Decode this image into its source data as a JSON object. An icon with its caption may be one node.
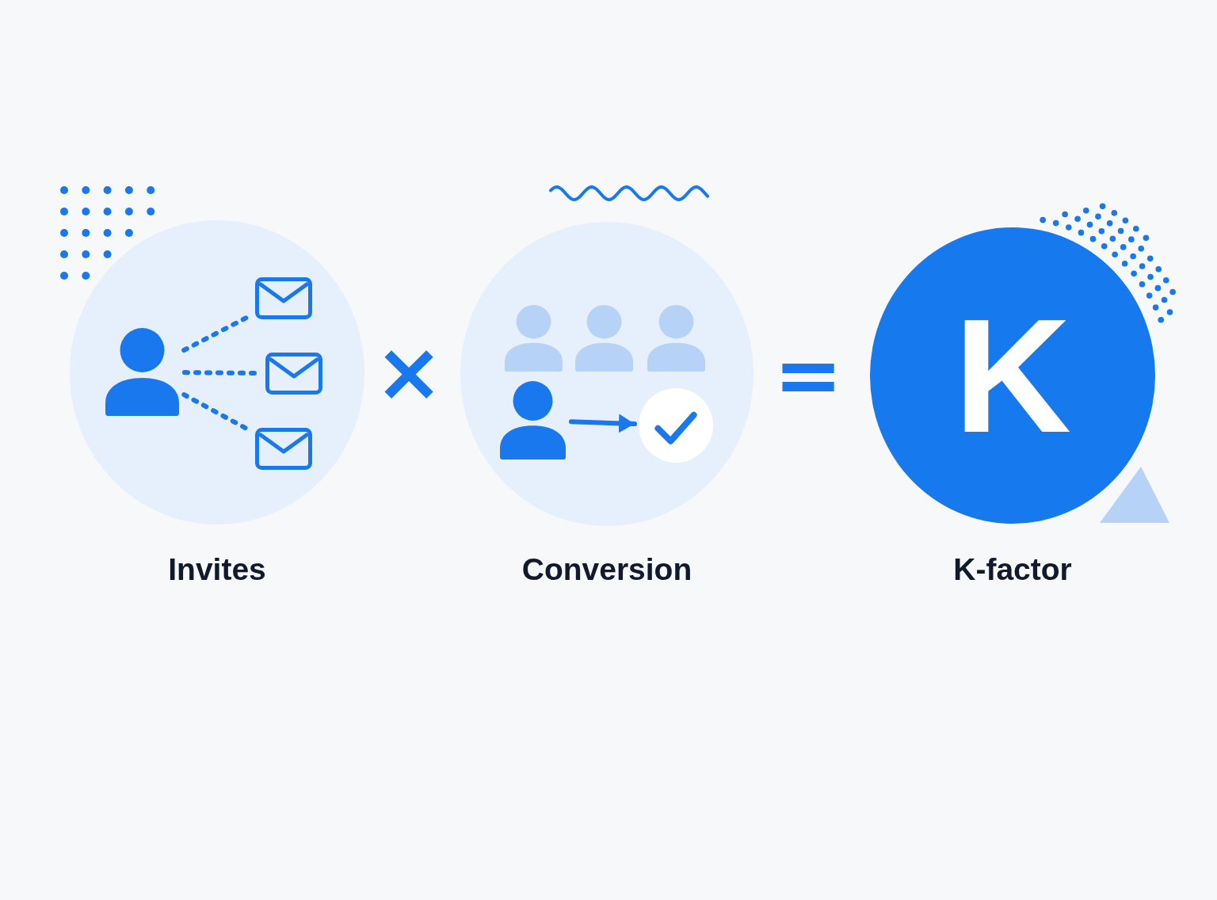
{
  "diagram": {
    "nodes": [
      {
        "text": [
          "Invites"
        ]
      },
      {
        "text": [],
        "shape": "person",
        "in": 0
      },
      {
        "text": [],
        "shape": "picture",
        "in": 0
      },
      {
        "text": [],
        "shape": "picture",
        "in": 0
      },
      {
        "text": [],
        "shape": "picture",
        "in": 0
      },
      {
        "text": [
          "Conversion"
        ]
      },
      {
        "text": [],
        "shape": "person",
        "in": 5
      },
      {
        "text": [],
        "shape": "circle",
        "in": 5
      },
      {
        "text": [
          "K",
          "K-factor"
        ]
      }
    ],
    "edges": [
      {
        "from": 1,
        "to": 2,
        "arrow": "none",
        "style": "dashed"
      },
      {
        "from": 1,
        "to": 3,
        "arrow": "none",
        "style": "dashed"
      },
      {
        "from": 1,
        "to": 4,
        "arrow": "none",
        "style": "dashed"
      },
      {
        "from": 6,
        "to": 7,
        "arrow": "to"
      }
    ],
    "labels": [
      "×",
      "="
    ]
  }
}
